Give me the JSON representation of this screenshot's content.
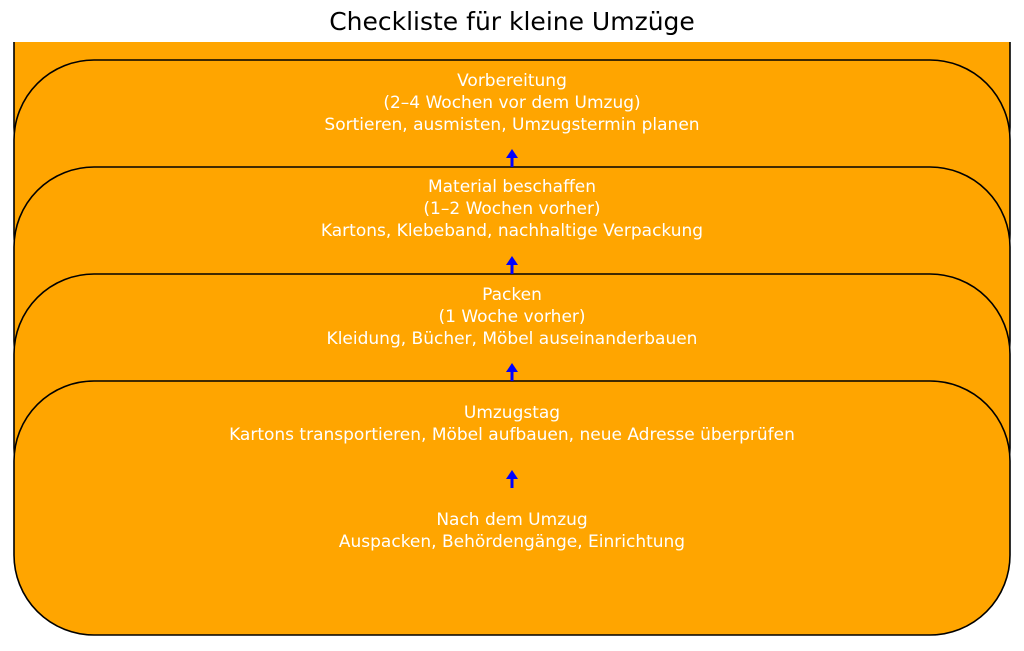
{
  "title": "Checkliste für kleine Umzüge",
  "colors": {
    "box_fill": "#FFA500",
    "box_stroke": "#000000",
    "arrow": "#0000FF",
    "text": "#FFFFFF"
  },
  "steps": [
    {
      "title": "Vorbereitung",
      "timing": "(2–4 Wochen vor dem Umzug)",
      "tasks": "Sortieren, ausmisten, Umzugstermin planen"
    },
    {
      "title": "Material beschaffen",
      "timing": "(1–2 Wochen vorher)",
      "tasks": "Kartons, Klebeband, nachhaltige Verpackung"
    },
    {
      "title": "Packen",
      "timing": "(1 Woche vorher)",
      "tasks": "Kleidung, Bücher, Möbel auseinanderbauen"
    },
    {
      "title": "Umzugstag",
      "tasks": "Kartons transportieren, Möbel aufbauen, neue Adresse überprüfen"
    },
    {
      "title": "Nach dem Umzug",
      "tasks": "Auspacken, Behördengänge, Einrichtung"
    }
  ],
  "arrows": [
    {
      "from": "Material beschaffen",
      "to": "Vorbereitung"
    },
    {
      "from": "Packen",
      "to": "Material beschaffen"
    },
    {
      "from": "Umzugstag",
      "to": "Packen"
    },
    {
      "from": "Nach dem Umzug",
      "to": "Umzugstag"
    }
  ]
}
